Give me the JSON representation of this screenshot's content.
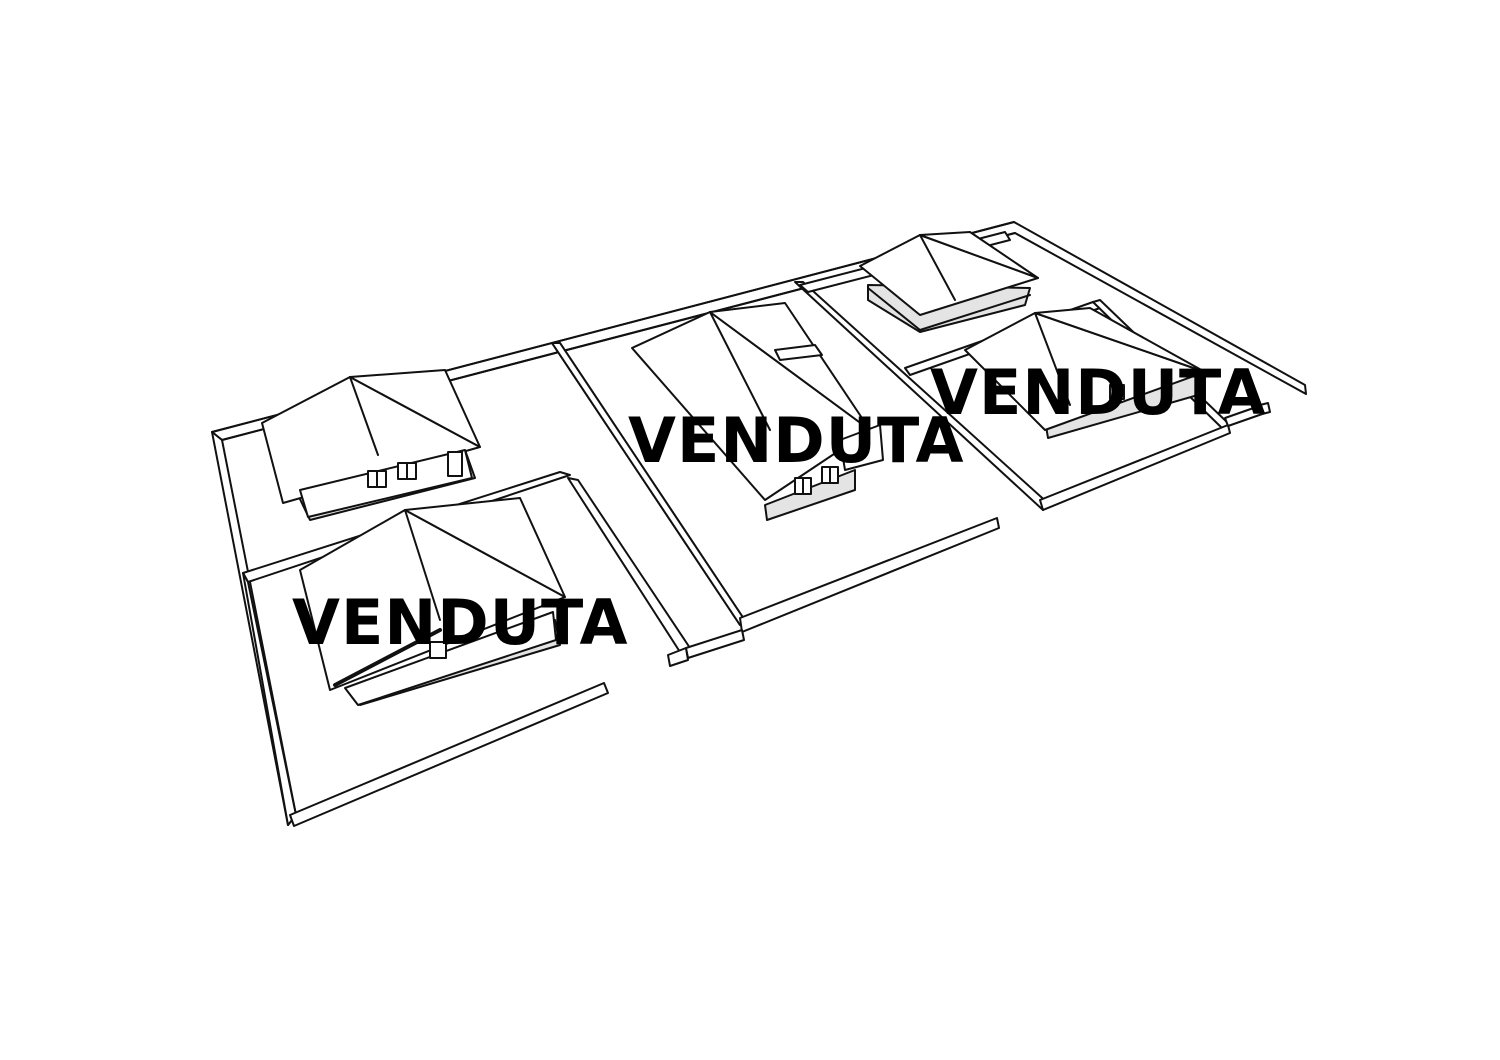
{
  "plan": {
    "lots": [
      {
        "id": "lot-front-left",
        "status": "VENDUTA"
      },
      {
        "id": "lot-center",
        "status": "VENDUTA"
      },
      {
        "id": "lot-right",
        "status": "VENDUTA"
      },
      {
        "id": "lot-back-left",
        "status": ""
      },
      {
        "id": "lot-back-right",
        "status": ""
      }
    ]
  },
  "colors": {
    "line": "#111111",
    "roof": "#ffffff",
    "wall": "#e4e4e4",
    "background": "#ffffff"
  }
}
